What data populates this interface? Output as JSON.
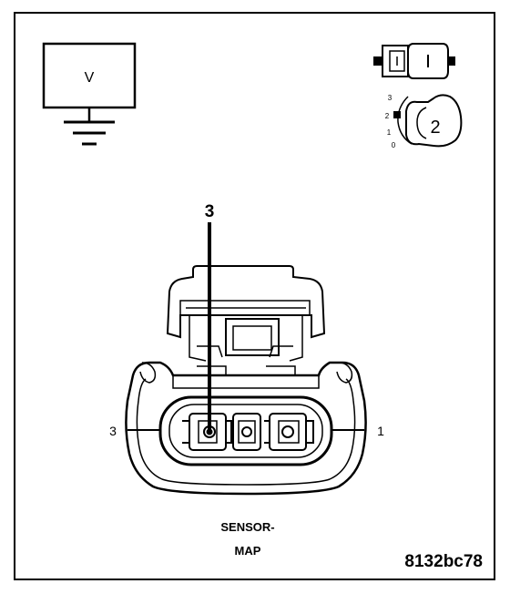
{
  "meter": {
    "symbol": "V"
  },
  "selector": {
    "positions": [
      "3",
      "2",
      "1",
      "0"
    ],
    "setting": "2"
  },
  "connector": {
    "pin_callout": "3",
    "left_pin_label": "3",
    "right_pin_label": "1"
  },
  "caption": {
    "line1": "SENSOR-",
    "line2": "MAP"
  },
  "figure_id": "8132bc78",
  "colors": {
    "ink": "#000000",
    "paper": "#ffffff"
  },
  "icons": [
    "voltmeter-icon",
    "ground-icon",
    "test-probe-icon",
    "rotary-selector-icon",
    "connector-face"
  ]
}
